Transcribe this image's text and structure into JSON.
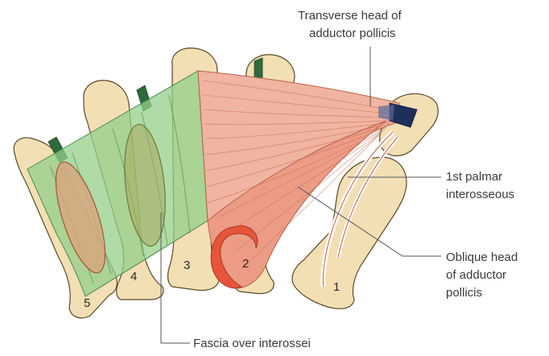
{
  "diagram": {
    "labels": {
      "transverse_line1": "Transverse head of",
      "transverse_line2": "adductor pollicis",
      "palmar_line1": "1st palmar",
      "palmar_line2": "interosseous",
      "oblique_line1": "Oblique head",
      "oblique_line2": "of adductor",
      "oblique_line3": "pollicis",
      "fascia": "Fascia over interossei"
    },
    "bone_numbers": {
      "b1": "1",
      "b2": "2",
      "b3": "3",
      "b4": "4",
      "b5": "5"
    },
    "colors": {
      "bone": "#f2dfb4",
      "bone_outline": "#5a4a2a",
      "muscle": "#f0b4a0",
      "muscle_dark": "#e07a5e",
      "fascia": "#93cf88",
      "tendon": "#2f6a3c",
      "leader": "#555555"
    }
  }
}
